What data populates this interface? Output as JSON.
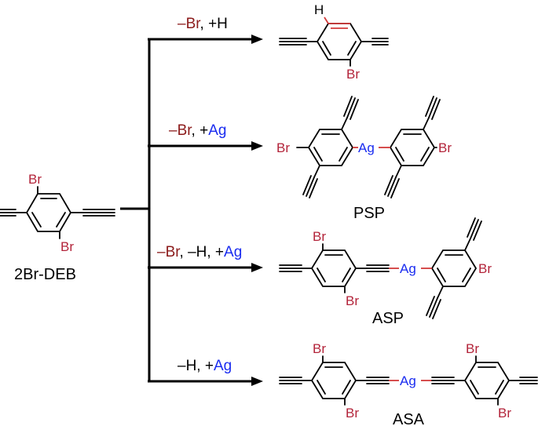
{
  "reactant": {
    "name": "2Br-DEB",
    "atoms": [
      "Br",
      "Br"
    ]
  },
  "routes": [
    {
      "condition_parts": [
        {
          "text": "–Br",
          "color": "#8b1a1a"
        },
        {
          "text": ", +H",
          "color": "#000000"
        }
      ],
      "atoms": [
        "H",
        "Br"
      ],
      "product_label": ""
    },
    {
      "condition_parts": [
        {
          "text": "–Br",
          "color": "#8b1a1a"
        },
        {
          "text": ", +",
          "color": "#000000"
        },
        {
          "text": "Ag",
          "color": "#1a2cf0"
        }
      ],
      "atoms": [
        "Br",
        "Ag",
        "Br"
      ],
      "product_label": "PSP"
    },
    {
      "condition_parts": [
        {
          "text": "–Br",
          "color": "#8b1a1a"
        },
        {
          "text": ", –H, +",
          "color": "#000000"
        },
        {
          "text": "Ag",
          "color": "#1a2cf0"
        }
      ],
      "atoms": [
        "Br",
        "Br",
        "Ag",
        "Br"
      ],
      "product_label": "ASP"
    },
    {
      "condition_parts": [
        {
          "text": "–H, +",
          "color": "#000000"
        },
        {
          "text": "Ag",
          "color": "#1a2cf0"
        }
      ],
      "atoms": [
        "Br",
        "Br",
        "Ag",
        "Br",
        "Br"
      ],
      "product_label": "ASA"
    }
  ],
  "colors": {
    "bromine": "#b3243a",
    "silver": "#1a2cf0",
    "bond": "#000000",
    "ag_bond": "#d23a3a"
  }
}
